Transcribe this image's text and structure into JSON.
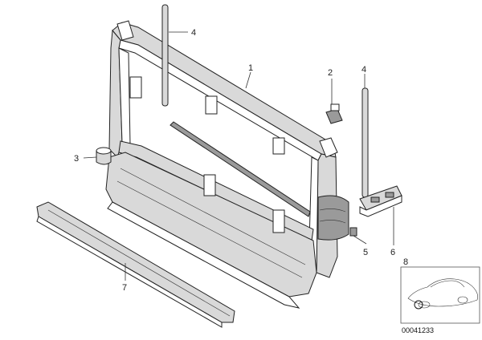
{
  "callouts": [
    {
      "id": "c1",
      "label": "1"
    },
    {
      "id": "c2",
      "label": "2"
    },
    {
      "id": "c4a",
      "label": "4"
    },
    {
      "id": "c4b",
      "label": "4"
    },
    {
      "id": "c5",
      "label": "5"
    },
    {
      "id": "c6",
      "label": "6"
    },
    {
      "id": "c7",
      "label": "7"
    },
    {
      "id": "c8",
      "label": "8"
    }
  ],
  "reference_number": "00041233"
}
